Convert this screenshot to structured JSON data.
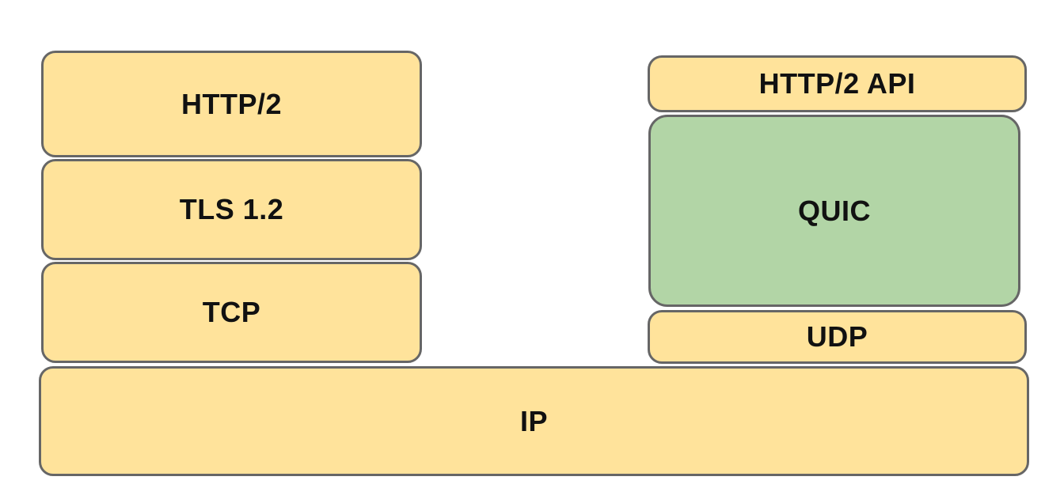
{
  "diagram": {
    "type": "protocol-stack-comparison",
    "background": "#ffffff",
    "border_color": "#666666",
    "text_color": "#111111",
    "colors": {
      "yellow": "#FFE39B",
      "green": "#B2D5A6"
    },
    "boxes": {
      "http2": {
        "label": "HTTP/2",
        "fill": "yellow"
      },
      "tls": {
        "label": "TLS 1.2",
        "fill": "yellow"
      },
      "tcp": {
        "label": "TCP",
        "fill": "yellow"
      },
      "http2api": {
        "label": "HTTP/2 API",
        "fill": "yellow"
      },
      "quic": {
        "label": "QUIC",
        "fill": "green"
      },
      "udp": {
        "label": "UDP",
        "fill": "yellow"
      },
      "ip": {
        "label": "IP",
        "fill": "yellow"
      }
    },
    "structure": {
      "left_stack_top_to_bottom": [
        "HTTP/2",
        "TLS 1.2",
        "TCP"
      ],
      "right_stack_top_to_bottom": [
        "HTTP/2 API",
        "QUIC",
        "UDP"
      ],
      "base_layer": "IP"
    }
  }
}
